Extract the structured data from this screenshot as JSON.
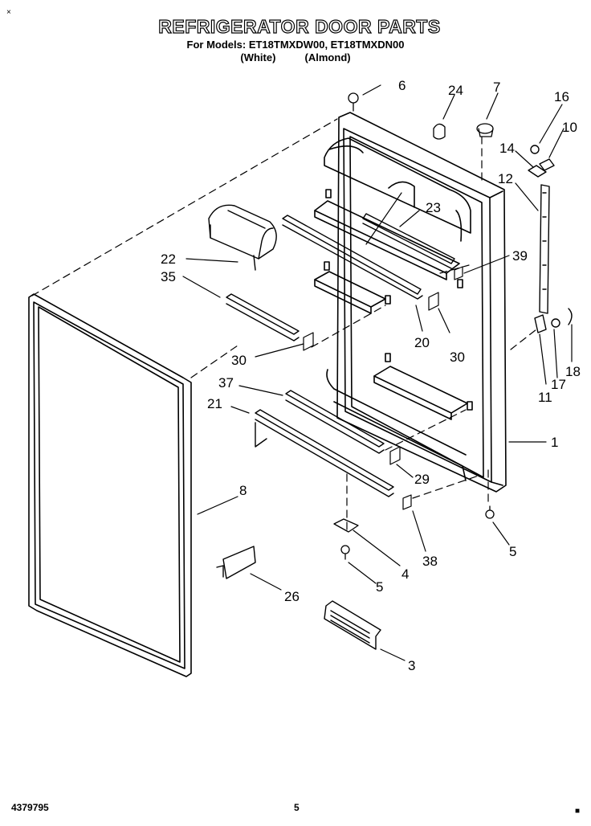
{
  "header": {
    "title": "REFRIGERATOR DOOR PARTS",
    "models": "For Models: ET18TMXDW00, ET18TMXDN00",
    "colors": "(White)          (Almond)"
  },
  "footer": {
    "doc_number": "4379795",
    "page_number": "5"
  },
  "marks": {
    "top_left": "×",
    "bottom_right": "■"
  },
  "callouts": {
    "p6": "6",
    "p24": "24",
    "p7": "7",
    "p16": "16",
    "p10": "10",
    "p14": "14",
    "p12": "12",
    "p23": "23",
    "p39": "39",
    "p22": "22",
    "p35": "35",
    "p20": "20",
    "p30a": "30",
    "p30b": "30",
    "p37": "37",
    "p21": "21",
    "p1": "1",
    "p11": "11",
    "p17": "17",
    "p18": "18",
    "p29": "29",
    "p8": "8",
    "p5a": "5",
    "p5b": "5",
    "p4": "4",
    "p38": "38",
    "p26": "26",
    "p3": "3"
  }
}
